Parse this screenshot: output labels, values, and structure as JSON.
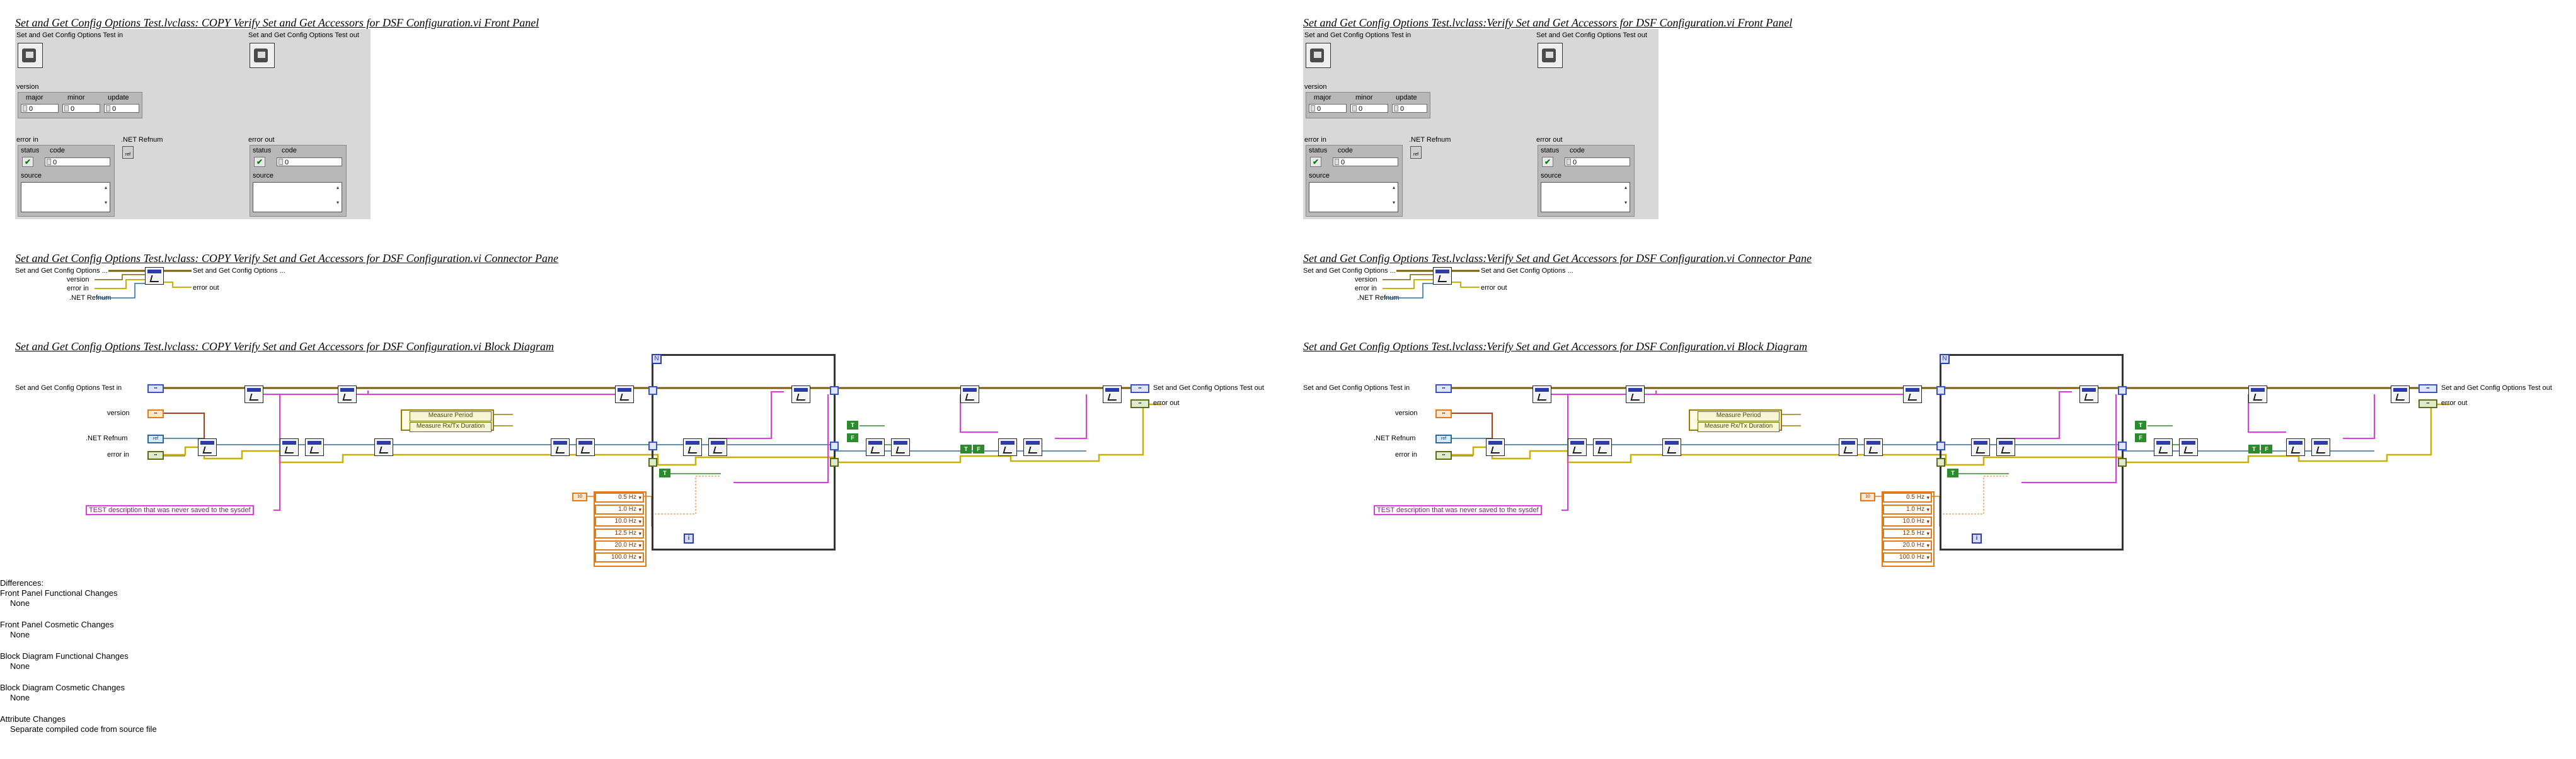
{
  "panels": [
    {
      "fp_title": "Set and Get Config Options Test.lvclass:  COPY  Verify Set and Get Accessors for DSF Configuration.vi Front Panel",
      "cp_title": "Set and Get Config Options Test.lvclass:  COPY  Verify Set and Get Accessors for DSF Configuration.vi Connector Pane",
      "bd_title": "Set and Get Config Options Test.lvclass:  COPY  Verify Set and Get Accessors for DSF Configuration.vi Block Diagram"
    },
    {
      "fp_title": "Set and Get Config Options Test.lvclass:Verify Set and Get Accessors for DSF Configuration.vi Front Panel",
      "cp_title": "Set and Get Config Options Test.lvclass:Verify Set and Get Accessors for DSF Configuration.vi Connector Pane",
      "bd_title": "Set and Get Config Options Test.lvclass:Verify Set and Get Accessors for DSF Configuration.vi Block Diagram"
    }
  ],
  "front_panel": {
    "obj_in_label": "Set and Get Config Options Test in",
    "obj_out_label": "Set and Get Config Options Test out",
    "version_label": "version",
    "major_label": "major",
    "minor_label": "minor",
    "update_label": "update",
    "major_value": "0",
    "minor_value": "0",
    "update_value": "0",
    "error_in_label": "error in",
    "error_out_label": "error out",
    "status_label": "status",
    "code_label": "code",
    "code_value": "0",
    "source_label": "source",
    "netref_label": ".NET Refnum"
  },
  "connector_pane": {
    "in_obj": "Set and Get Config Options ...",
    "out_obj": "Set and Get Config Options ...",
    "version": "version",
    "error_in": "error in",
    "error_out": "error out",
    "netref": ".NET Refnum"
  },
  "block_diagram": {
    "obj_in": "Set and Get Config Options Test in",
    "version": "version",
    "netref": ".NET Refnum",
    "error_in": "error in",
    "obj_out": "Set and Get Config Options Test out",
    "error_out": "error out",
    "ring_item_1": "Measure Period",
    "ring_item_2": "Measure Rx/Tx Duration",
    "string_constant": "TEST description that was never saved to the sysdef",
    "num_const": "10",
    "freqs": [
      "0.5 Hz",
      "1.0 Hz",
      "10.0 Hz",
      "12.5 Hz",
      "20.0 Hz",
      "100.0 Hz"
    ],
    "loop_i": "i",
    "loop_n": "N",
    "tf_true": "T",
    "tf_false": "F"
  },
  "differences": {
    "heading": "Differences:",
    "items": [
      {
        "category": "Front Panel Functional Changes",
        "value": "None"
      },
      {
        "category": "Front Panel Cosmetic Changes",
        "value": "None"
      },
      {
        "category": "Block Diagram Functional Changes",
        "value": "None"
      },
      {
        "category": "Block Diagram Cosmetic Changes",
        "value": "None"
      },
      {
        "category": "Attribute Changes",
        "value": "Separate compiled code from source file"
      }
    ]
  },
  "colors": {
    "panel_bg": "#d8d8d8",
    "wire_class": "#7a5c00",
    "wire_error": "#c7b000",
    "wire_string": "#e037e0",
    "wire_numeric": "#e07a1a",
    "wire_ref": "#2a6aa0",
    "wire_bool": "#2d8a2d"
  }
}
